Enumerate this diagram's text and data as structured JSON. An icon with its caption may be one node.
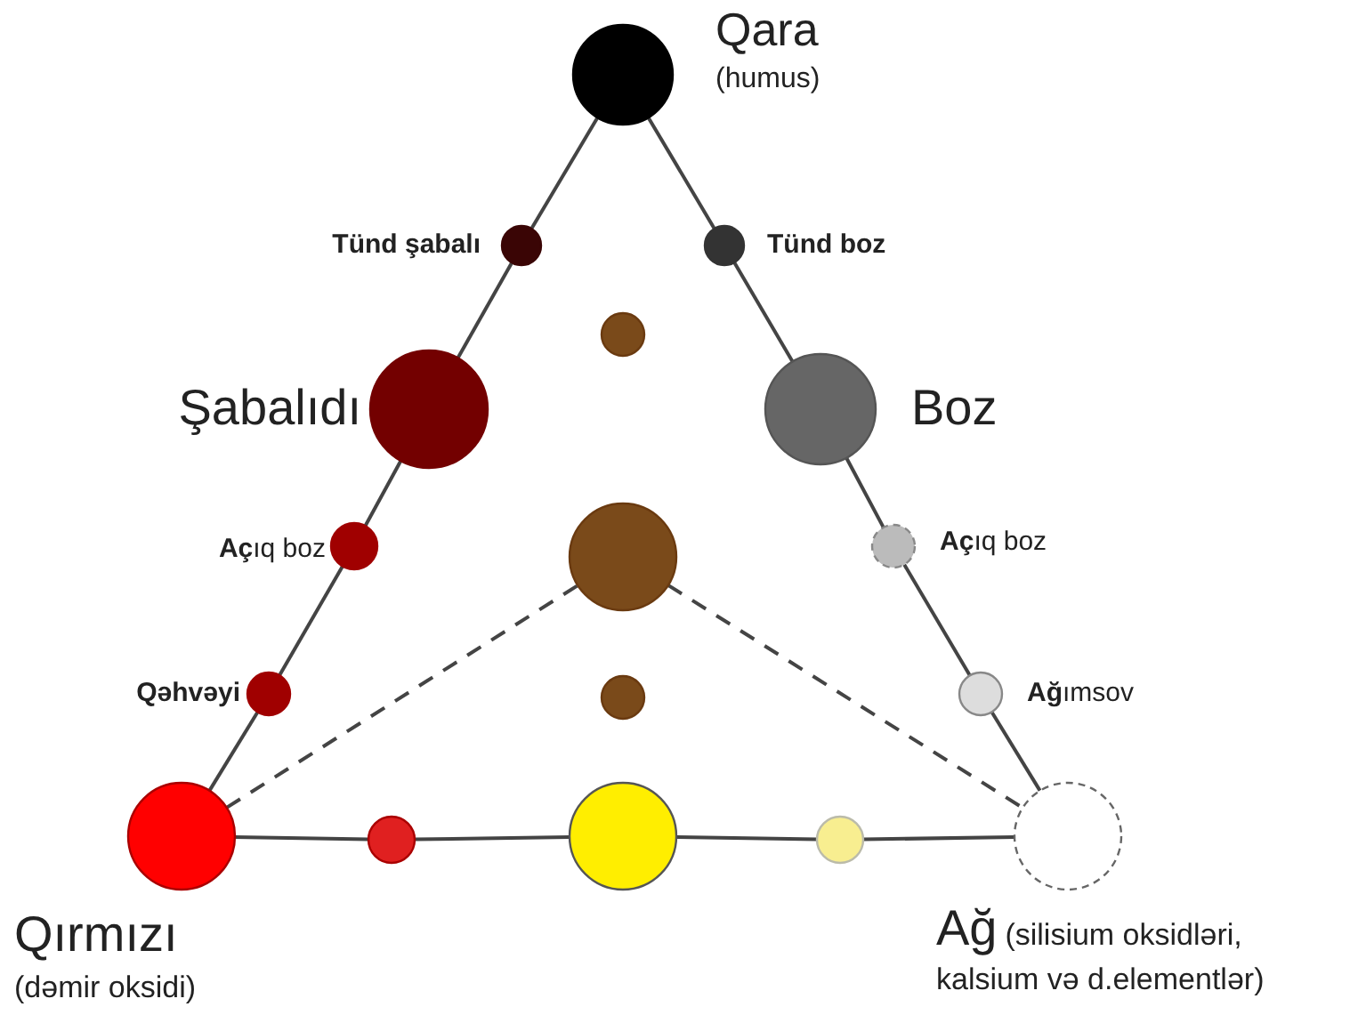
{
  "diagram": {
    "nodes": [
      {
        "text": [
          "Qara",
          "(humus)"
        ]
      },
      {
        "text": [
          "Tünd şabalı"
        ]
      },
      {
        "text": [
          "Tünd boz"
        ]
      },
      {
        "text": [],
        "shape": "circle"
      },
      {
        "text": [
          "Şabalıdı"
        ]
      },
      {
        "text": [
          "Boz"
        ]
      },
      {
        "text": [
          "**Aç**ıq boz"
        ]
      },
      {
        "text": [
          "**Aç**ıq boz"
        ]
      },
      {
        "text": [],
        "shape": "circle"
      },
      {
        "text": [
          "Qəhvəyi"
        ]
      },
      {
        "text": [],
        "shape": "circle"
      },
      {
        "text": [
          "**Ağ**ımsov"
        ]
      },
      {
        "text": [
          "Qırmızı",
          "(dəmir oksidi)"
        ]
      },
      {
        "text": [],
        "shape": "circle"
      },
      {
        "text": [],
        "shape": "circle"
      },
      {
        "text": [],
        "shape": "circle"
      },
      {
        "text": [
          "Ağ",
          "(silisium oksidləri, kalsium və d.elementlər)"
        ]
      }
    ],
    "edges": [
      {
        "from": 0,
        "to": 1,
        "arrow": "none"
      },
      {
        "from": 1,
        "to": 4,
        "arrow": "none"
      },
      {
        "from": 4,
        "to": 6,
        "arrow": "none"
      },
      {
        "from": 6,
        "to": 9,
        "arrow": "none"
      },
      {
        "from": 9,
        "to": 12,
        "arrow": "none"
      },
      {
        "from": 0,
        "to": 2,
        "arrow": "none"
      },
      {
        "from": 2,
        "to": 5,
        "arrow": "none"
      },
      {
        "from": 5,
        "to": 7,
        "arrow": "none"
      },
      {
        "from": 7,
        "to": 11,
        "arrow": "none"
      },
      {
        "from": 11,
        "to": 16,
        "arrow": "none"
      },
      {
        "from": 12,
        "to": 13,
        "arrow": "none"
      },
      {
        "from": 13,
        "to": 14,
        "arrow": "none"
      },
      {
        "from": 14,
        "to": 15,
        "arrow": "none"
      },
      {
        "from": 15,
        "to": 16,
        "arrow": "none"
      },
      {
        "from": 12,
        "to": 8,
        "arrow": "none",
        "style": "dashed"
      },
      {
        "from": 8,
        "to": 16,
        "arrow": "none",
        "style": "dashed"
      }
    ]
  }
}
